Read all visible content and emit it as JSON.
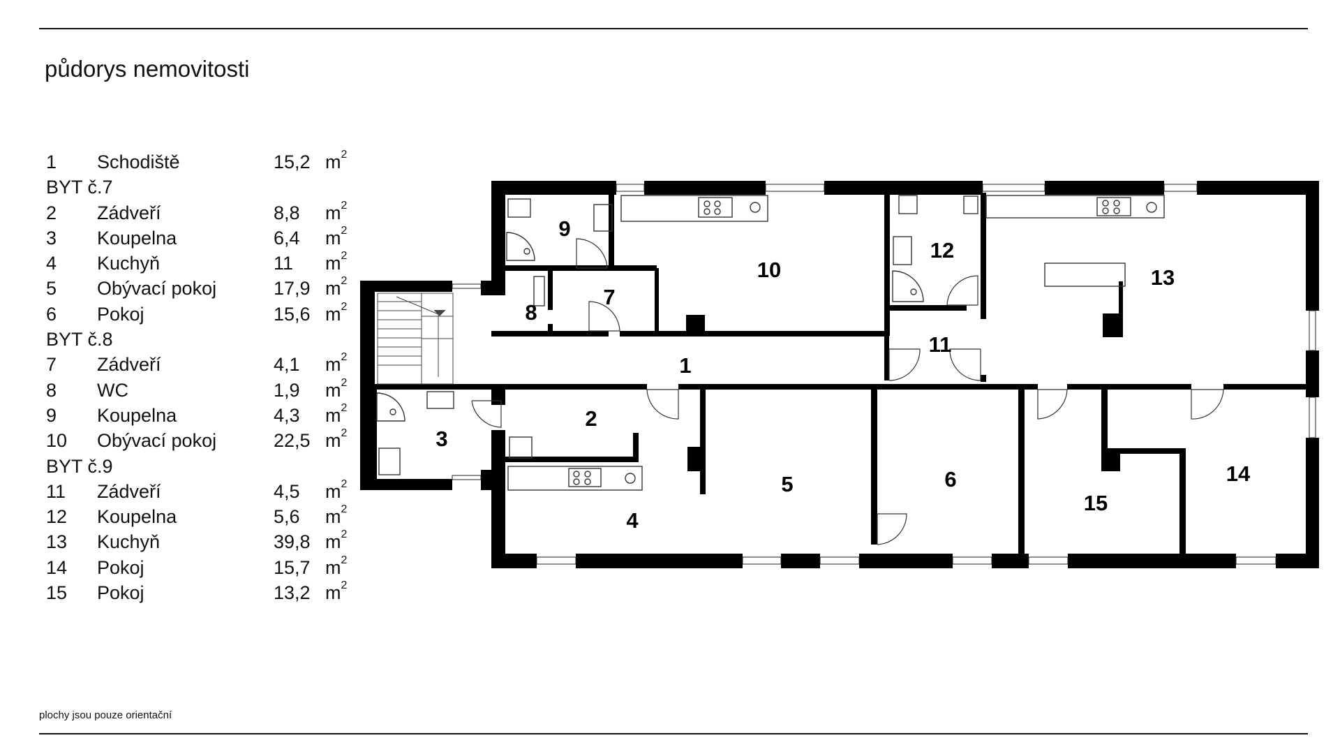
{
  "title": "půdorys nemovitosti",
  "note": "plochy jsou pouze orientační",
  "unit": "m",
  "unit_sup": "2",
  "legend": [
    {
      "no": "1",
      "name": "Schodiště",
      "area": "15,2"
    },
    {
      "group": "BYT č.7"
    },
    {
      "no": "2",
      "name": "Zádveří",
      "area": "8,8"
    },
    {
      "no": "3",
      "name": "Koupelna",
      "area": "6,4"
    },
    {
      "no": "4",
      "name": "Kuchyň",
      "area": "11"
    },
    {
      "no": "5",
      "name": "Obývací pokoj",
      "area": "17,9"
    },
    {
      "no": "6",
      "name": "Pokoj",
      "area": "15,6"
    },
    {
      "group": "BYT č.8"
    },
    {
      "no": "7",
      "name": "Zádveří",
      "area": "4,1"
    },
    {
      "no": "8",
      "name": "WC",
      "area": "1,9"
    },
    {
      "no": "9",
      "name": "Koupelna",
      "area": "4,3"
    },
    {
      "no": "10",
      "name": "Obývací pokoj",
      "area": "22,5"
    },
    {
      "group": "BYT č.9"
    },
    {
      "no": "11",
      "name": "Zádveří",
      "area": "4,5"
    },
    {
      "no": "12",
      "name": "Koupelna",
      "area": "5,6"
    },
    {
      "no": "13",
      "name": "Kuchyň",
      "area": "39,8"
    },
    {
      "no": "14",
      "name": "Pokoj",
      "area": "15,7"
    },
    {
      "no": "15",
      "name": "Pokoj",
      "area": "13,2"
    }
  ],
  "rooms": {
    "r1": "1",
    "r2": "2",
    "r3": "3",
    "r4": "4",
    "r5": "5",
    "r6": "6",
    "r7": "7",
    "r8": "8",
    "r9": "9",
    "r10": "10",
    "r11": "11",
    "r12": "12",
    "r13": "13",
    "r14": "14",
    "r15": "15"
  }
}
